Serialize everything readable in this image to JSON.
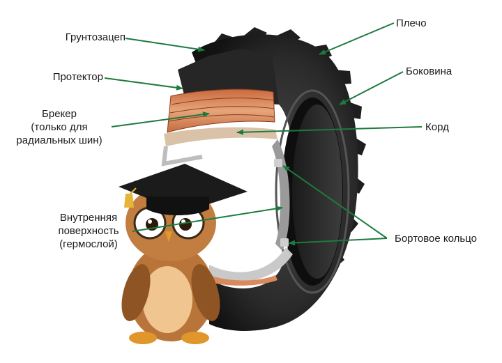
{
  "labels": {
    "gruntozatsep": "Грунтозацеп",
    "protektor": "Протектор",
    "breker_1": "Брекер",
    "breker_2": "(только для",
    "breker_3": "радиальных шин)",
    "vnutr_1": "Внутренняя",
    "vnutr_2": "поверхность",
    "vnutr_3": "(гермослой)",
    "plecho": "Плечо",
    "bokovina": "Боковина",
    "kord": "Корд",
    "bortovoe": "Бортовое кольцо"
  },
  "colors": {
    "arrow": "#1d7a3e",
    "tire": "#2a2a2a",
    "tire_dark": "#141414",
    "breaker": "#d98a5c",
    "owl_body": "#b9743a",
    "owl_belly": "#f0c58f",
    "cap": "#1b1b1b",
    "tassel": "#e7b43a"
  },
  "icons": {
    "tire": "tire-cutaway-illustration",
    "owl": "owl-graduate-mascot"
  }
}
